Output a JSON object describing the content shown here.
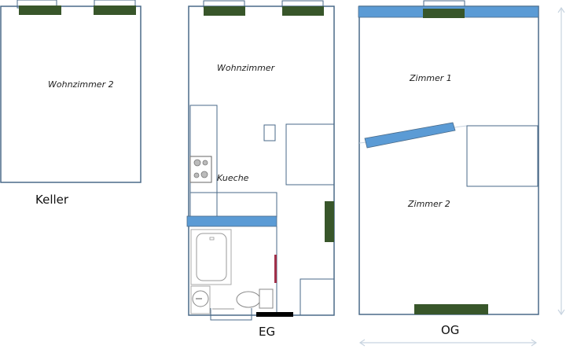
{
  "floors": [
    {
      "id": "keller",
      "label": "Keller",
      "rooms": [
        {
          "name": "Wohnzimmer 2"
        }
      ]
    },
    {
      "id": "eg",
      "label": "EG",
      "rooms": [
        {
          "name": "Wohnzimmer"
        },
        {
          "name": "Kueche"
        }
      ]
    },
    {
      "id": "og",
      "label": "OG",
      "rooms": [
        {
          "name": "Zimmer 1"
        },
        {
          "name": "Zimmer 2"
        }
      ]
    }
  ],
  "colors": {
    "wall": "#4a6a88",
    "window": "#38562a",
    "blue_wall": "#5b9bd5",
    "door_red": "#a0304a",
    "door_black": "#000000",
    "dimension": "#c8d4e0"
  }
}
